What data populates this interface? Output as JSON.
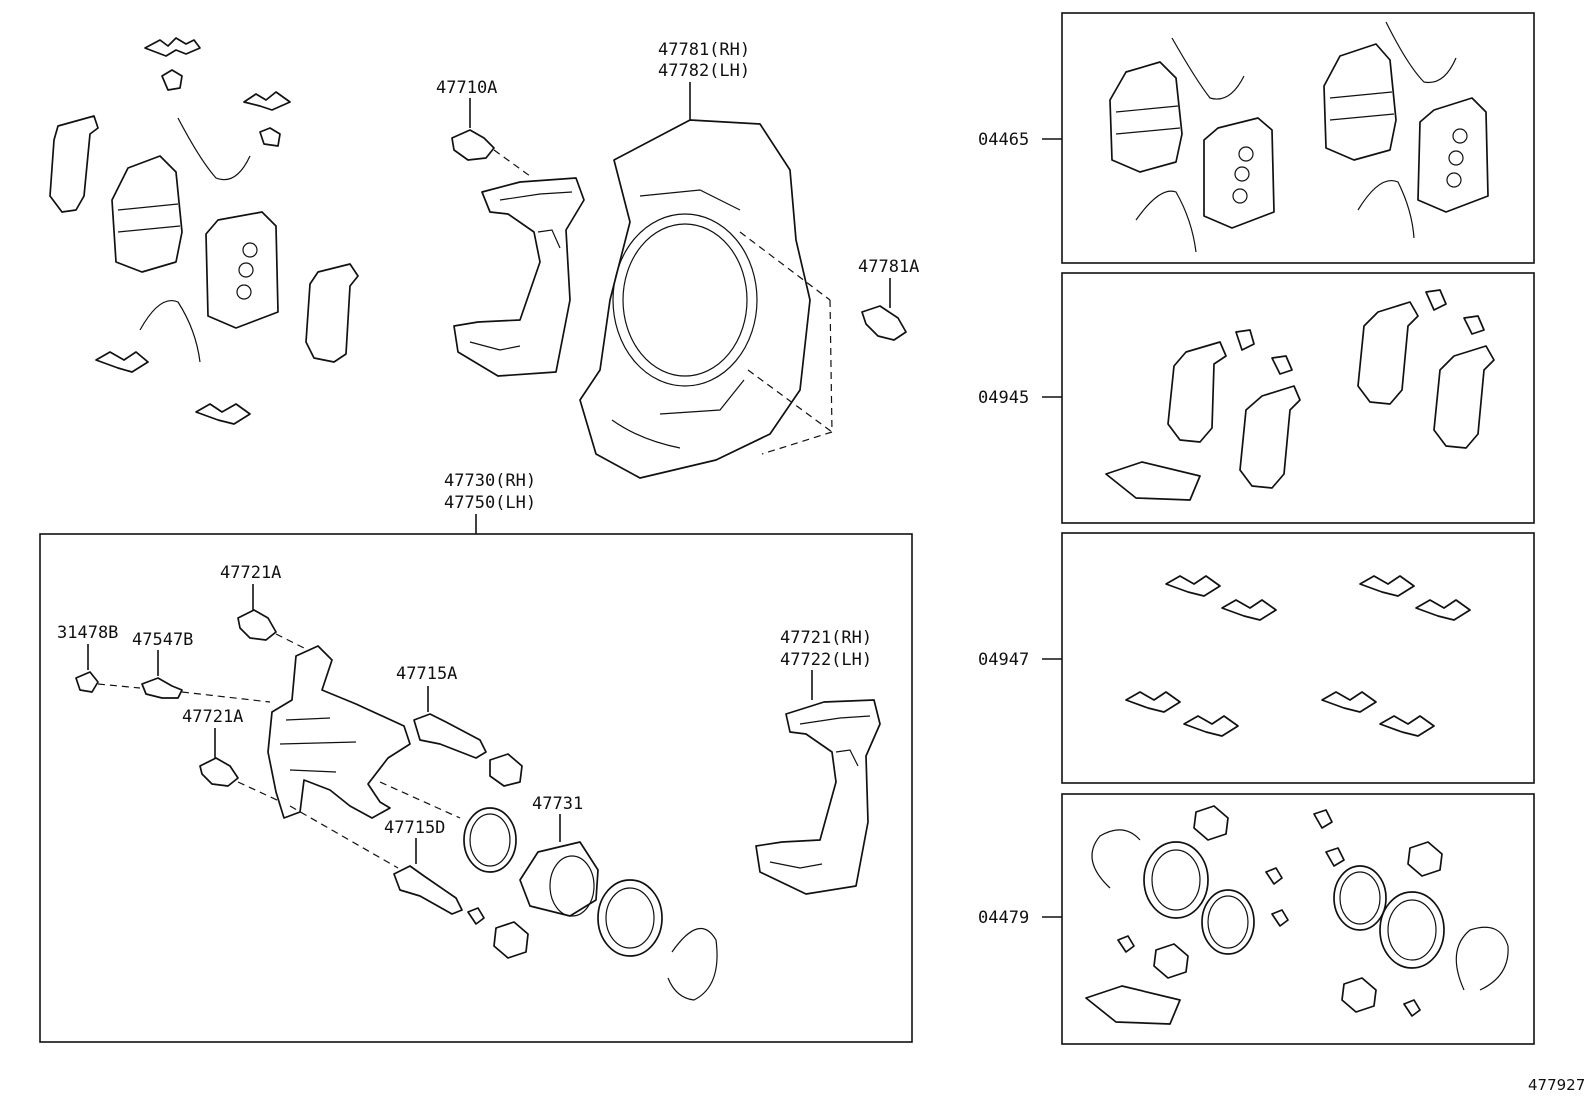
{
  "diagram": {
    "figure_number": "477927",
    "labels": {
      "p47710A": "47710A",
      "p47781_rh": "47781(RH)",
      "p47782_lh": "47782(LH)",
      "p47781A": "47781A",
      "p47730_rh": "47730(RH)",
      "p47750_lh": "47750(LH)",
      "p47721A_top": "47721A",
      "p31478B": "31478B",
      "p47547B": "47547B",
      "p47721A_mid": "47721A",
      "p47715A": "47715A",
      "p47715D": "47715D",
      "p47731": "47731",
      "p47721_rh": "47721(RH)",
      "p47722_lh": "47722(LH)"
    },
    "kits": {
      "k04465": "04465",
      "k04945": "04945",
      "k04947": "04947",
      "k04479": "04479"
    }
  }
}
